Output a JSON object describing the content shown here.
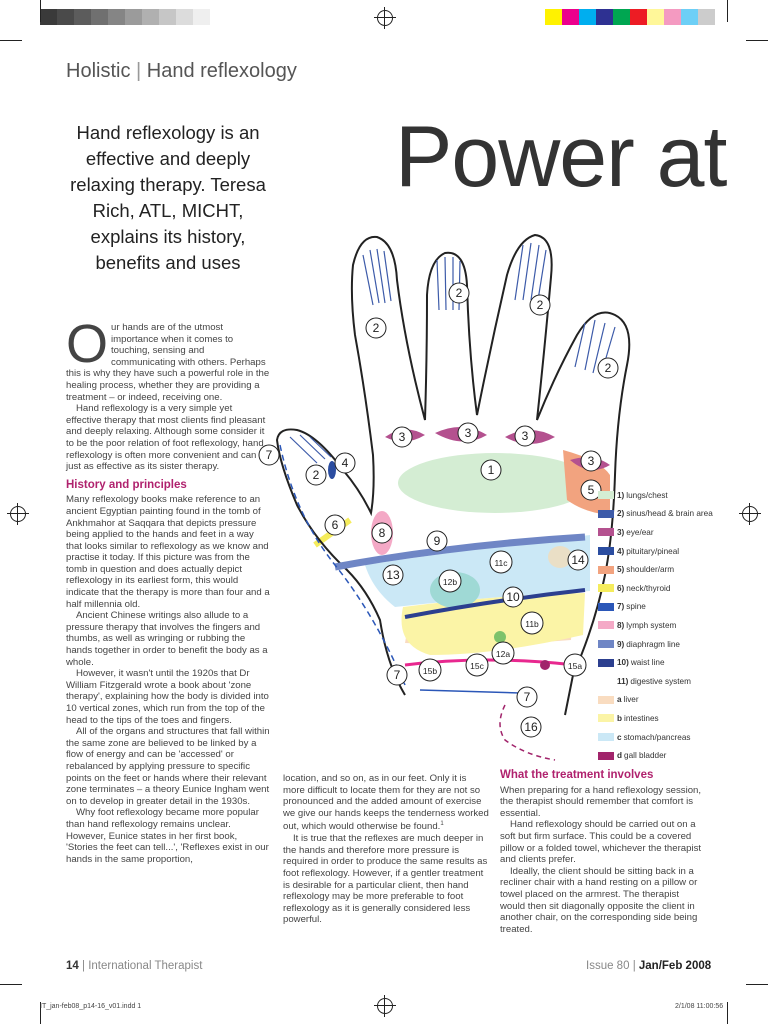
{
  "colors": {
    "accent": "#b0226e",
    "palette": [
      "#3a3a3a",
      "#4a4a4a",
      "#5c5c5c",
      "#707070",
      "#858585",
      "#9b9b9b",
      "#b0b0b0",
      "#c6c6c6",
      "#dcdcdc",
      "#efefef"
    ],
    "process": [
      "#fff200",
      "#ec008c",
      "#00aeef",
      "#2e3192",
      "#00a651",
      "#ed1c24",
      "#fff799",
      "#f49ac1",
      "#6dcff6",
      "#cccccc"
    ]
  },
  "header": {
    "section": "Holistic",
    "separator": "|",
    "topic": "Hand reflexology",
    "headline": "Power at"
  },
  "standfirst": "Hand reflexology is an effective and deeply relaxing therapy. Teresa Rich, ATL, MICHT, explains its history, benefits and uses",
  "col1": {
    "dropcap": "O",
    "intro": "ur hands are of the utmost importance when it comes to touching, sensing and communicating with others. Perhaps this is why they have such a powerful role in the healing process, whether they are providing a treatment – or indeed, receiving one.",
    "p2": "Hand reflexology is a very simple yet effective therapy that most clients find pleasant and deeply relaxing. Although some consider it to be the poor relation of foot reflexology, hand reflexology is often more convenient and can be just as effective as its sister therapy.",
    "heading": "History and principles",
    "p3": "Many reflexology books make reference to an ancient Egyptian painting found in the tomb of Ankhmahor at Saqqara that depicts pressure being applied to the hands and feet in a way that looks similar to reflexology as we know and practise it today. If this picture was from the tomb in question and does actually depict reflexology in its earliest form, this would indicate that the therapy is more than four and a half millennia old.",
    "p4": "Ancient Chinese writings also allude to a pressure therapy that involves the fingers and thumbs, as well as wringing or rubbing the hands together in order to benefit the body as a whole.",
    "p5": "However, it wasn't until the 1920s that Dr William Fitzgerald wrote a book about 'zone therapy', explaining how the body is divided into 10 vertical zones, which run from the top of the head to the tips of the toes and fingers.",
    "p6": "All of the organs and structures that fall within the same zone are believed to be linked by a flow of energy and can be 'accessed' or rebalanced by applying pressure to specific points on the feet or hands where their relevant zone terminates – a theory Eunice Ingham went on to develop in greater detail in the 1930s.",
    "p7": "Why foot reflexology became more popular than hand reflexology remains unclear. However, Eunice states in her first book, 'Stories the feet can tell...', 'Reflexes exist in our hands in the same proportion,"
  },
  "col2": {
    "p1": "location, and so on, as in our feet. Only it is more difficult to locate them for they are not so pronounced and the added amount of exercise we give our hands keeps the tenderness worked out, which would otherwise be found.",
    "footnote": "1",
    "p2": "It is true that the reflexes are much deeper in the hands and therefore more pressure is required in order to produce the same results as foot reflexology. However, if a gentler treatment is desirable for a particular client, then hand reflexology may be more preferable to foot reflexology as it is generally considered less powerful."
  },
  "col3": {
    "heading": "What the treatment involves",
    "p1": "When preparing for a hand reflexology session, the therapist should remember that comfort is essential.",
    "p2": "Hand reflexology should be carried out on a soft but firm surface. This could be a covered pillow or a folded towel, whichever the therapist and clients prefer.",
    "p3": "Ideally, the client should be sitting back in a recliner chair with a hand resting on a pillow or towel placed on the armrest. The therapist would then sit diagonally opposite the client in another chair, on the corresponding side being treated."
  },
  "diagram": {
    "labels": [
      "2",
      "2",
      "2",
      "2",
      "2",
      "3",
      "3",
      "3",
      "3",
      "1",
      "5",
      "7",
      "4",
      "6",
      "8",
      "9",
      "11c",
      "14",
      "13",
      "12b",
      "10",
      "11b",
      "12a",
      "7",
      "15b",
      "15c",
      "15a",
      "7",
      "16"
    ]
  },
  "legend": [
    {
      "num": "1)",
      "text": "lungs/chest",
      "color": "#d4edd3"
    },
    {
      "num": "2)",
      "text": "sinus/head & brain area",
      "color": "#3d5ba9"
    },
    {
      "num": "3)",
      "text": "eye/ear",
      "color": "#b4518f"
    },
    {
      "num": "4)",
      "text": "pituitary/pineal",
      "color": "#2b4da0"
    },
    {
      "num": "5)",
      "text": "shoulder/arm",
      "color": "#f2a37f"
    },
    {
      "num": "6)",
      "text": "neck/thyroid",
      "color": "#f5ec5c"
    },
    {
      "num": "7)",
      "text": "spine",
      "color": "#2b57b8"
    },
    {
      "num": "8)",
      "text": "lymph system",
      "color": "#f4a9c6"
    },
    {
      "num": "9)",
      "text": "diaphragm line",
      "color": "#6f86c5"
    },
    {
      "num": "10)",
      "text": "waist line",
      "color": "#2c3f8f"
    },
    {
      "num": "11)",
      "text": "digestive system",
      "color": ""
    },
    {
      "num": "a",
      "text": "liver",
      "color": "#f9dcc0"
    },
    {
      "num": "b",
      "text": "intestines",
      "color": "#fbf4a6"
    },
    {
      "num": "c",
      "text": "stomach/pancreas",
      "color": "#cbe8f6"
    },
    {
      "num": "d",
      "text": "gall bladder",
      "color": "#a1246b"
    }
  ],
  "footer": {
    "page": "14",
    "separator": "|",
    "publication": "International Therapist",
    "issue": "Issue 80",
    "date": "Jan/Feb 2008"
  },
  "slug": {
    "file": "IT_jan-feb08_p14-16_v01.indd   1",
    "timestamp": "2/1/08   11:00:56"
  }
}
